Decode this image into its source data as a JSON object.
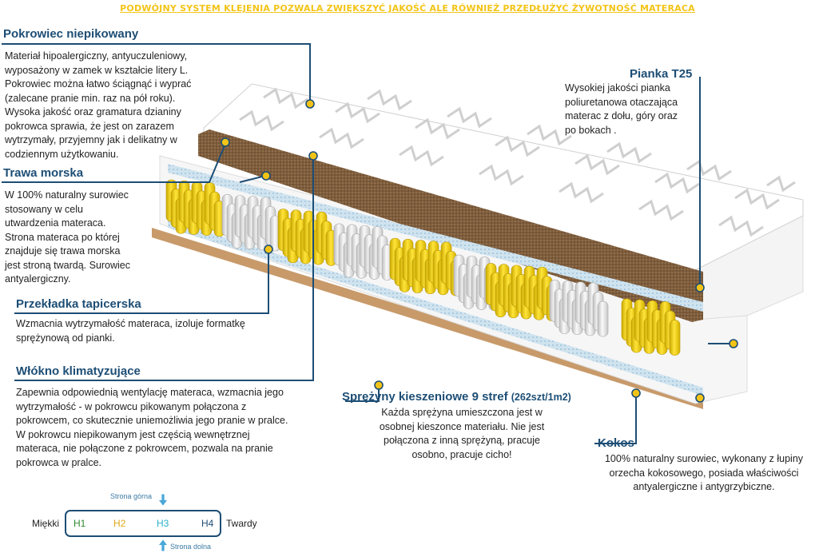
{
  "banner": "PODWÓJNY SYSTEM KLEJENIA POZWALA ZWIĘKSZYĆ JAKOŚĆ ALE RÓWNIEŻ PRZEDŁUŻYĆ ŻYWOTNOŚĆ MATERACA",
  "sections": {
    "pokrowiec": {
      "title": "Pokrowiec niepikowany",
      "lines": [
        "Materiał hipoalergiczny, antyuczuleniowy,",
        "wyposażony w zamek w kształcie litery L.",
        "Pokrowiec można łatwo ściągnąć i wyprać",
        "(zalecane pranie min.  raz na pół roku).",
        "Wysoka jakość oraz gramatura dzianiny",
        "pokrowca sprawia, że jest on zarazem",
        "wytrzymały, przyjemny jak i delikatny w",
        "codziennym użytkowaniu."
      ]
    },
    "trawa": {
      "title": "Trawa morska",
      "lines": [
        "W 100% naturalny surowiec",
        "stosowany w celu",
        "utwardzenia materaca.",
        "Strona materaca po której",
        "znajduje się trawa morska",
        "jest stroną twardą. Surowiec",
        "antyalergiczny."
      ]
    },
    "przekladka": {
      "title": "Przekładka tapicerska",
      "lines": [
        "Wzmacnia wytrzymałość materaca, izoluje formatkę",
        "sprężynową od pianki."
      ]
    },
    "wlokno": {
      "title": "Włókno klimatyzujące",
      "lines": [
        "Zapewnia odpowiednią wentylację materaca, wzmacnia jego",
        "wytrzymałość  - w pokrowcu pikowanym połączona z",
        "pokrowcem, co skutecznie uniemożliwia jego pranie w pralce.",
        "W pokrowcu niepikowanym jest częścią wewnętrznej",
        "materaca, nie połączone z pokrowcem, pozwala na pranie",
        "pokrowca w pralce."
      ]
    },
    "pianka": {
      "title": "Pianka T25",
      "lines": [
        "Wysokiej jakości pianka",
        "poliuretanowa otaczająca",
        "materac z dołu, góry oraz",
        "po bokach ."
      ]
    },
    "sprezyny": {
      "title": "Sprężyny kieszeniowe 9 stref",
      "title_suffix": "(262szt/1m2)",
      "lines": [
        "Każda sprężyna umieszczona jest w",
        "osobnej kieszonce materiału. Nie jest",
        "połączona z inną sprężyną, pracuje",
        "osobno, pracuje cicho!"
      ]
    },
    "kokos": {
      "title": "Kokos",
      "lines": [
        "100% naturalny surowiec, wykonany z łupiny",
        "orzecha kokosowego, posiada właściwości",
        "antyalergiczne i antygrzybiczne."
      ]
    }
  },
  "hardness_scale": {
    "top_label": "Strona górna",
    "bottom_label": "Strona dolna",
    "left_label": "Miękki",
    "right_label": "Twardy",
    "levels": [
      {
        "label": "H1",
        "color": "#2e8b2e"
      },
      {
        "label": "H2",
        "color": "#e0a81a"
      },
      {
        "label": "H3",
        "color": "#2ab0c8"
      },
      {
        "label": "H4",
        "color": "#1d4e75"
      }
    ]
  },
  "colors": {
    "heading": "#1d4e75",
    "banner": "#f3c417",
    "callout_dot": "#f3c417",
    "spring_yellow": "#f2d21b",
    "spring_white": "#e6e6e6",
    "coir": "#8a6a45",
    "arrow": "#4aa8d8"
  }
}
